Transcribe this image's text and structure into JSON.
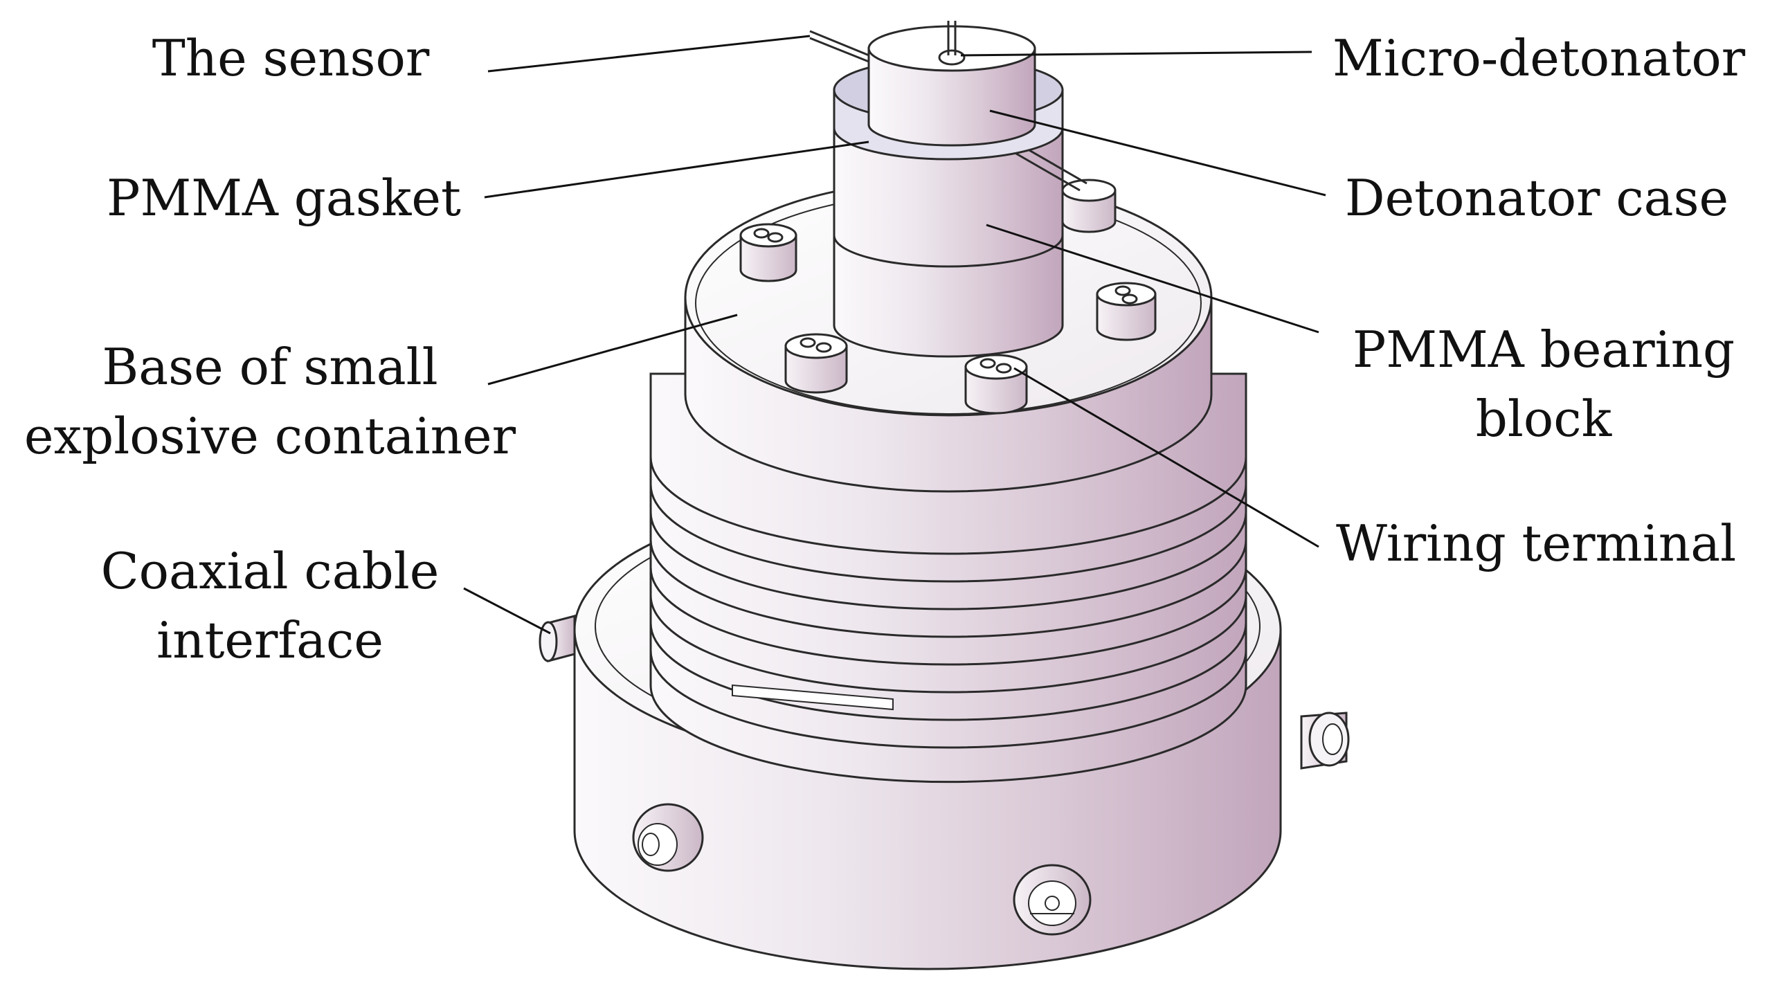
{
  "colors": {
    "metal_light": "#f2eef3",
    "metal_mid": "#dcd2dc",
    "metal_dark": "#b69aae",
    "outline": "#2a2a2a",
    "gasket": "#d2cfe2",
    "text": "#111111"
  },
  "labels": {
    "sensor": "The sensor",
    "micro_detonator": "Micro-detonator",
    "pmma_gasket": "PMMA gasket",
    "detonator_case": "Detonator case",
    "base_line1": "Base of small",
    "base_line2": "explosive container",
    "pmma_block_line1": "PMMA bearing",
    "pmma_block_line2": "block",
    "wiring_terminal": "Wiring terminal",
    "coax_line1": "Coaxial cable",
    "coax_line2": "interface"
  }
}
